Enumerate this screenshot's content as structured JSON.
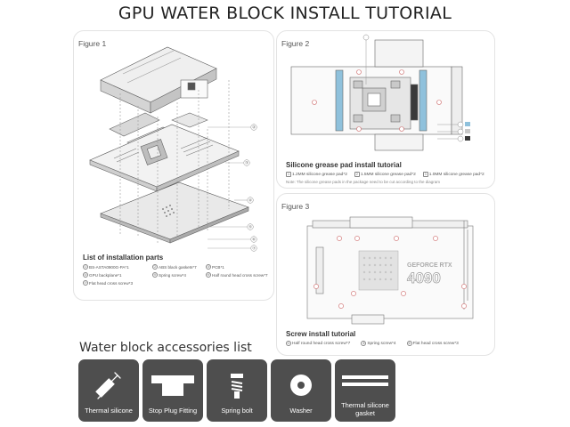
{
  "title": "GPU WATER BLOCK INSTALL TUTORIAL",
  "figure1": {
    "label": "Figure 1",
    "callouts": [
      "②",
      "③",
      "④",
      "⑤",
      "⑥",
      "⑦"
    ],
    "parts_heading": "List of installation parts",
    "parts": [
      {
        "num": "①",
        "text": "BS-ASTA0900G-PA*1"
      },
      {
        "num": "②",
        "text": "ABS black gaskets*7"
      },
      {
        "num": "③",
        "text": "PCB*1"
      },
      {
        "num": "④",
        "text": "GPU backplane*1"
      },
      {
        "num": "⑤",
        "text": "Spring screw*4"
      },
      {
        "num": "⑥",
        "text": "Half round head cross screw*7"
      },
      {
        "num": "⑦",
        "text": "Flat head cross screw*3"
      }
    ]
  },
  "figure2": {
    "label": "Figure 2",
    "heading": "Silicone grease pad install tutorial",
    "legend": [
      {
        "text": "1.2MM silicone grease pad*2",
        "color": "#8fc1dc"
      },
      {
        "text": "1.5MM silicone grease pad*2",
        "color": "#c9c9c9"
      },
      {
        "text": "1.0MM silicone grease pad*2",
        "color": "#3a3a3a"
      }
    ],
    "note": "Note: The silicone grease pads in the package need to be cut according to the diagram"
  },
  "figure3": {
    "label": "Figure 3",
    "gpu_brand": "GEFORCE RTX",
    "gpu_model": "4090",
    "heading": "Screw install tutorial",
    "legend": [
      {
        "num": "①",
        "text": "Half round head cross screw*7"
      },
      {
        "num": "②",
        "text": "Spring screw*4"
      },
      {
        "num": "③",
        "text": "Flat head cross screw*3"
      }
    ]
  },
  "accessories": {
    "heading": "Water block accessories list",
    "items": [
      {
        "label": "Thermal silicone",
        "icon": "syringe-icon"
      },
      {
        "label": "Stop Plug Fitting",
        "icon": "plug-icon"
      },
      {
        "label": "Spring bolt",
        "icon": "spring-bolt-icon"
      },
      {
        "label": "Washer",
        "icon": "washer-icon"
      },
      {
        "label": "Thermal silicone gasket",
        "icon": "gasket-icon"
      }
    ]
  }
}
